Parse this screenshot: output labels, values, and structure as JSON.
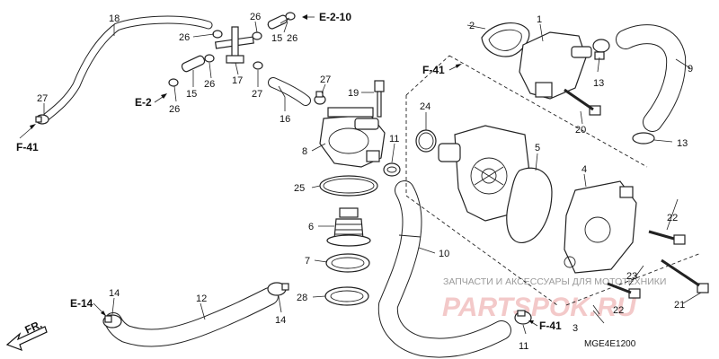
{
  "callouts": [
    {
      "id": "1",
      "text": "1"
    },
    {
      "id": "2",
      "text": "2"
    },
    {
      "id": "3",
      "text": "3"
    },
    {
      "id": "4",
      "text": "4"
    },
    {
      "id": "5",
      "text": "5"
    },
    {
      "id": "6",
      "text": "6"
    },
    {
      "id": "7",
      "text": "7"
    },
    {
      "id": "8",
      "text": "8"
    },
    {
      "id": "9",
      "text": "9"
    },
    {
      "id": "10",
      "text": "10"
    },
    {
      "id": "11",
      "text": "11"
    },
    {
      "id": "12",
      "text": "12"
    },
    {
      "id": "13",
      "text": "13"
    },
    {
      "id": "14",
      "text": "14"
    },
    {
      "id": "15",
      "text": "15"
    },
    {
      "id": "16",
      "text": "16"
    },
    {
      "id": "17",
      "text": "17"
    },
    {
      "id": "18",
      "text": "18"
    },
    {
      "id": "19",
      "text": "19"
    },
    {
      "id": "20",
      "text": "20"
    },
    {
      "id": "21",
      "text": "21"
    },
    {
      "id": "22",
      "text": "22"
    },
    {
      "id": "23",
      "text": "23"
    },
    {
      "id": "24",
      "text": "24"
    },
    {
      "id": "25",
      "text": "25"
    },
    {
      "id": "26",
      "text": "26"
    },
    {
      "id": "27",
      "text": "27"
    },
    {
      "id": "28",
      "text": "28"
    }
  ],
  "references": {
    "e2_10": "E-2-10",
    "e2": "E-2",
    "e14": "E-14",
    "f41": "F-41",
    "fr": "FR."
  },
  "watermark": {
    "text": "ЗАПЧАСТИ И АКСЕССУАРЫ ДЛЯ МОТОТЕХНИКИ",
    "brand": "PARTSPOK.RU"
  },
  "diagram_code": "MGE4E1200"
}
